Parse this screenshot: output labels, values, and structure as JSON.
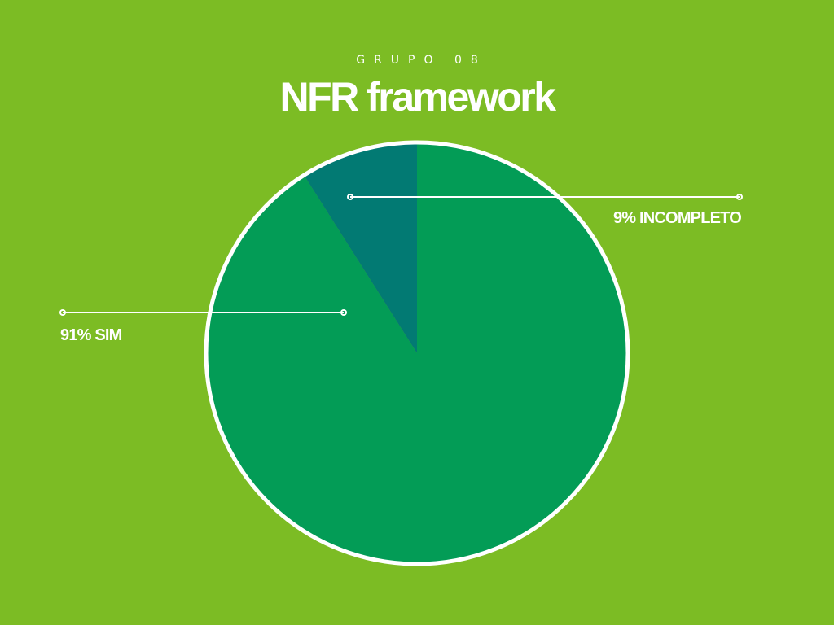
{
  "header": {
    "subtitle": "GRUPO 08",
    "title": "NFR framework"
  },
  "colors": {
    "background": "#7cbc24",
    "slice_sim": "#039c56",
    "slice_incompleto": "#027a73",
    "outline": "#ffffff"
  },
  "chart_data": {
    "type": "pie",
    "categories": [
      "SIM",
      "INCOMPLETO"
    ],
    "values": [
      91,
      9
    ],
    "unit": "%",
    "labels": [
      "91% SIM",
      "9% INCOMPLETO"
    ],
    "start_angle": "12 o'clock",
    "direction": "clockwise",
    "legend": "none"
  }
}
